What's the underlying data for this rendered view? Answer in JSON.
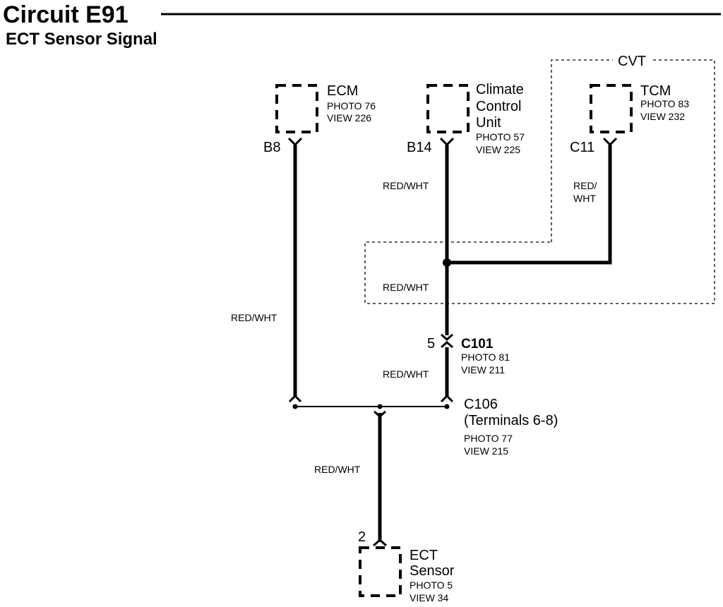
{
  "header": {
    "title": "Circuit E91",
    "subtitle": "ECT Sensor Signal"
  },
  "components": {
    "ecm": {
      "name": "ECM",
      "photo": "PHOTO 76",
      "view": "VIEW 226",
      "pin": "B8"
    },
    "climate": {
      "name_lines": [
        "Climate",
        "Control",
        "Unit"
      ],
      "photo": "PHOTO 57",
      "view": "VIEW 225",
      "pin": "B14"
    },
    "tcm": {
      "name": "TCM",
      "photo": "PHOTO 83",
      "view": "VIEW 232",
      "pin": "C11"
    },
    "ect": {
      "name_lines": [
        "ECT",
        "Sensor"
      ],
      "photo": "PHOTO 5",
      "view": "VIEW 34",
      "pin": "2"
    }
  },
  "regions": {
    "cvt": {
      "label": "CVT"
    }
  },
  "connectors": {
    "c101": {
      "name": "C101",
      "pin": "5",
      "photo": "PHOTO 81",
      "view": "VIEW 211"
    },
    "c106": {
      "name": "C106",
      "terminals": "(Terminals 6-8)",
      "photo": "PHOTO 77",
      "view": "VIEW 215"
    }
  },
  "wires": {
    "climate_upper": "RED/WHT",
    "tcm": [
      "RED/",
      "WHT"
    ],
    "climate_lower": "RED/WHT",
    "ecm": "RED/WHT",
    "c101_c106": "RED/WHT",
    "ect": "RED/WHT"
  }
}
